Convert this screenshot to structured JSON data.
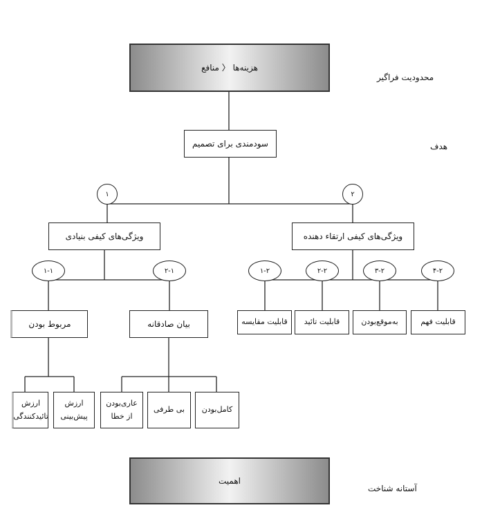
{
  "top": {
    "box": "هزینه‌ها 〈 منافع",
    "label": "محدودیت فراگیر"
  },
  "goal": {
    "box": "سودمندی برای تصمیم",
    "label": "هدف"
  },
  "branches": {
    "n1": "۱",
    "n2": "۲",
    "left": "ویژگی‌های کیفی بنیادی",
    "right": "ویژگی‌های کیفی ارتقاء دهنده"
  },
  "left_sub": {
    "e11": "۱-۱",
    "e21": "۲-۱",
    "relevance": "مربوط بودن",
    "faithful": "بیان صادقانه"
  },
  "right_sub": {
    "e12": "۱-۲",
    "e22": "۲-۲",
    "e32": "۳-۲",
    "e42": "۴-۲",
    "items": [
      "قابلیت مقایسه",
      "قابلیت تائید",
      "به‌موقع‌بودن",
      "قابلیت فهم"
    ]
  },
  "relevance_items": [
    "ارزش تائیدکنندگی",
    "ارزش پیش‌بینی"
  ],
  "faithful_items": [
    "عاری‌بودن از خطا",
    "بی طرفی",
    "کامل‌بودن"
  ],
  "bottom": {
    "box": "اهمیت",
    "label": "آستانه شناخت"
  }
}
